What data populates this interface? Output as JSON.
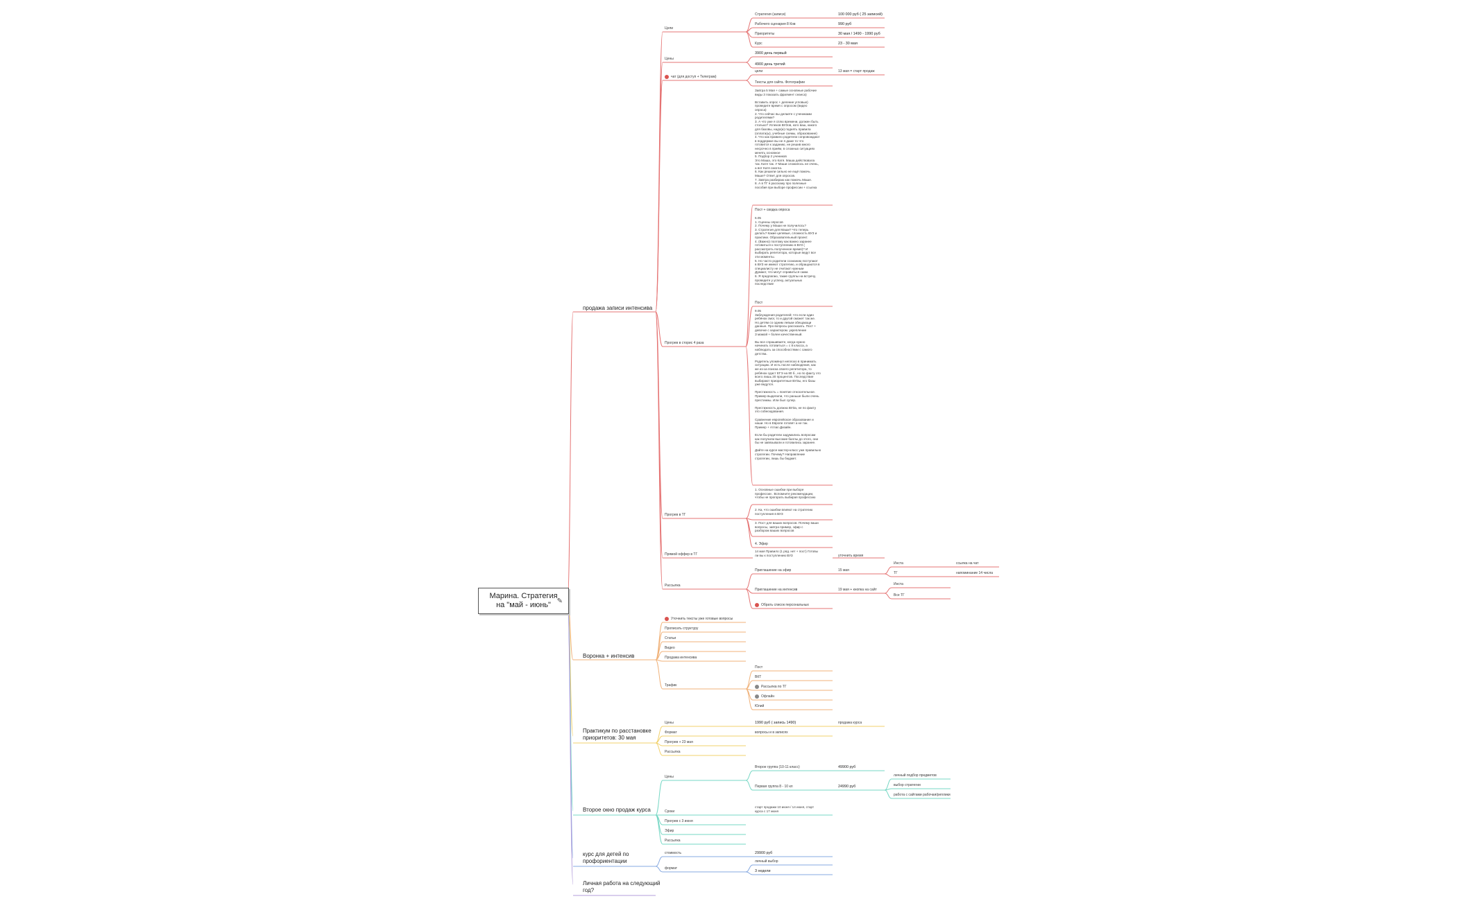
{
  "root": {
    "title_line1": "Марина. Стратегия",
    "title_line2": "на \"май - июнь\"",
    "note_icon": "note-icon"
  },
  "colors": {
    "red": "#e57373",
    "orange": "#f0b27a",
    "yellow": "#f2d16b",
    "teal": "#76d7c4",
    "blue": "#85a8e0",
    "violet": "#b39ddb",
    "trunk": "#9e9e9e"
  },
  "b1": {
    "prodazha": "продажа записи интенсива",
    "voronka": "Воронка + интенсив",
    "praktikum_l1": "Практикум по расстановке",
    "praktikum_l2": "приоритетов: 30 мая",
    "vtoroe": "Второе окно продаж курса",
    "kurs_l1": "курс для детей по",
    "kurs_l2": "профориентации",
    "lichnaya_l1": "Личная работа на следующий",
    "lichnaya_l2": "год?"
  },
  "b2_prodazha": {
    "tseli": "Цели",
    "tseny": "Цены",
    "chat": "чат (для доступ + Телеграм)",
    "progrev_storis": "Прогрев в сторис 4 раза",
    "progrev_tg": "Прогрев в ТГ",
    "pryamoy": "Прямой оффер в ТГ",
    "rassylka": "Рассылка"
  },
  "b3_tseli": [
    {
      "k": "Стратегия (записи)",
      "v": "100 000 руб ( 25 записей)"
    },
    {
      "k": "Рабочего сценария 8 Ков",
      "v": "990 руб"
    },
    {
      "k": "Приоритеты",
      "v": "30 мая / 1490 - 1990 руб"
    },
    {
      "k": "Курс",
      "v": "23 - 30 мая"
    }
  ],
  "b3_tseny": [
    "3900 день первый",
    "4900 день третий"
  ],
  "b3_chat": [
    {
      "k": "цели",
      "v": "13 мая = старт продаж"
    },
    {
      "k": "Тексты для сайта. Фотографии",
      "v": ""
    }
  ],
  "storis_text1": "Завтра 5 Мая + самые основные рабочие\nвиды 3 показать фрагмент сеанса)\n\nВставить опрос + деление угловые)\nпроведите время с опросом (видео\nопроса)\n2. Что сейчас вы делаете с учениками\nродителями?\n3. А что уже я сплю времени, должен быть\nстолько? Успехов ВУЗов, кого ваш, какого\nдля базовы, надо(и) поднять правила\n(оплата(ы), учебные схемы, образование)\n4. Что как правило родители сопровождают\nв поддержке вы не я даже то что\nготовится к заданию, не решив много\nнесрочно в приём, в сложных ситуациях\nменять основное\n5. Подбор 2 учеников\nЭто Маша, это Катя. Маша действовала\nтак. Катя так. У Маши сложилось не очень,\nа вот Катя смогла.\n6. Как решили сильно не ещё помочь\nМаше? Ответ для опросов.\n7. Завтра разбираю как помочь Маше.\n8. А в ТГ я расскажу про полезные\nпособия при выборе профессии + ссылка",
  "storis_label2": "Пост + сводка опроса",
  "storis_text2": "6.05\n1. Сценны опросов\n2. Почему у Маши не получилось?\n3. Стратегия для Маши? Что теперь\nделать? Какие целевые, сложность ВУЗ и\nпрактики. Образовательный проект.\n4. (Важно) поэтому как важно заранее\nготовиться к поступлению в ВУЗ (\nрассмотреть полученное время)? И\nвыбирать репетитора, которые ведут все\nэти моменты.\n5. Но часто родители сознанию поступают\nв ВУЗ не имеют стратегию, и обращаются в\nспециалисту не считают нужным\nДумают, что могут справиться сами.\n6. Я предлагаю, такие группы на встречу,\nпроведите у успеху, актуальных\nпоследствие",
  "storis_label3": "Пост",
  "storis_text3": "9.05\nЗаблуждения родителей: что если один\nребёнок смог, то и другой сможет так же.\nНо детям со одним левым обещающи\nданные. Про вопросы рассказать. Пост +\nдевочке с характером. укрепление\nЗ мамой + более качественный.\n\nВы все спрашиваете, когда нужно\nначинать готовиться = с 8 класса, а\nнаблюдать за способностями с самого\nдетства.\n\nРодитель упомянул неплохо в принимать\nситуацию. И есть после наблюдения, как\nже из-за поиска своего репетитора, то\nребёнок сдаст ЕГЭ на 80 б., но по факту это\nвсего лишь 20 процентов. Последствие\nвыбирают приоритетные ВУЗы, его базы\nуже ведутся.\n\nПрестижность = понятие относительное.\nПример выделили, что раньше были очень\nпрестижны. Или был супер.\n\nПрестижность должна ВУЗа, не по факту\nэто собеседования.\n\nСравнение европейское образование и\nнаши. Но в Европе готовят а не так.\nПример + Атлас-Дизайн.\n\nЕсли бы родители задумались вопросам\nкак получили высокие баллы до этого, они\nбы не завязывали и готовились заранее.\n\nДайте на курсе мастер-класс уже правильно\nстратегии. Почему? Направление\nстратегии, лишь бы бюджет.",
  "tg_items": [
    "1. Основные ошибки при выборе\nпрофессии . Вспомните рекомендации,\nчтобы не прогорать выбирая профессию",
    "2. Ка, что ошибки влияют на стратегию\nпоступления в ВУЗ",
    "3. Пост для ваших вопросов. Почему ваши\nвопросы, завтра пример, эфир с\nразбором ваших вопросов",
    "4. Эфир"
  ],
  "pryamoy_text": "14 мая Правило (1 ряд. нет + пост) Готовы\nли вы к поступлению ВУЗ",
  "pryamoy_right": "уточнить время",
  "rassylka": {
    "item1": "Приглашение на эфир",
    "item1_v": "15 мая",
    "item2": "Приглашение на интенсив",
    "item2_v": "19 мая + кнопка на сайт",
    "item3": "Обрать список персональных",
    "r1": "Инста",
    "r1_v": "ссылка на чат",
    "r2": "ТГ",
    "r2_v": "напоминание 14 числа",
    "r3": "Инста",
    "r4": "Все ТГ"
  },
  "voronka": {
    "items": [
      "Уточнить тексты уже готовые вопросы",
      "Прописать структуру",
      "Статьи",
      "Видео",
      "Продажа интенсива",
      "Трафик"
    ],
    "trafik": [
      "Пост",
      "ВКТ",
      "Рассылка по ТГ",
      "Офлайн",
      "Юлий"
    ]
  },
  "praktikum": {
    "items": [
      "Цены",
      "Формат",
      "Прогрев + 23 мая",
      "Рассылка"
    ],
    "tsena_v": "1990 руб ( запись 1490)",
    "tsena_r": "продажа курса",
    "format_v": "вопросы и в записях"
  },
  "vtoroe": {
    "items": [
      "Цены",
      "Сроки",
      "Прогрев с 3 июня",
      "Эфир",
      "Рассылка"
    ],
    "g1": "Второе группа (10-11 класс)",
    "g1_v": "49900 руб",
    "g2": "Первая группа 8 - 10 кл",
    "g2_v": "24990 руб",
    "r": [
      "личный подбор предметов",
      "выбор стратегии",
      "работа с сайтами рабочая/реплики"
    ],
    "sroki_v": "старт продажи 10 июня / 14 июня, старт\nкурса с 17 июня"
  },
  "kurs": {
    "items": [
      "стоимость",
      "формат"
    ],
    "stoimost_v": "29900 руб",
    "format_v": [
      "личный выбор",
      "3 недели"
    ]
  }
}
